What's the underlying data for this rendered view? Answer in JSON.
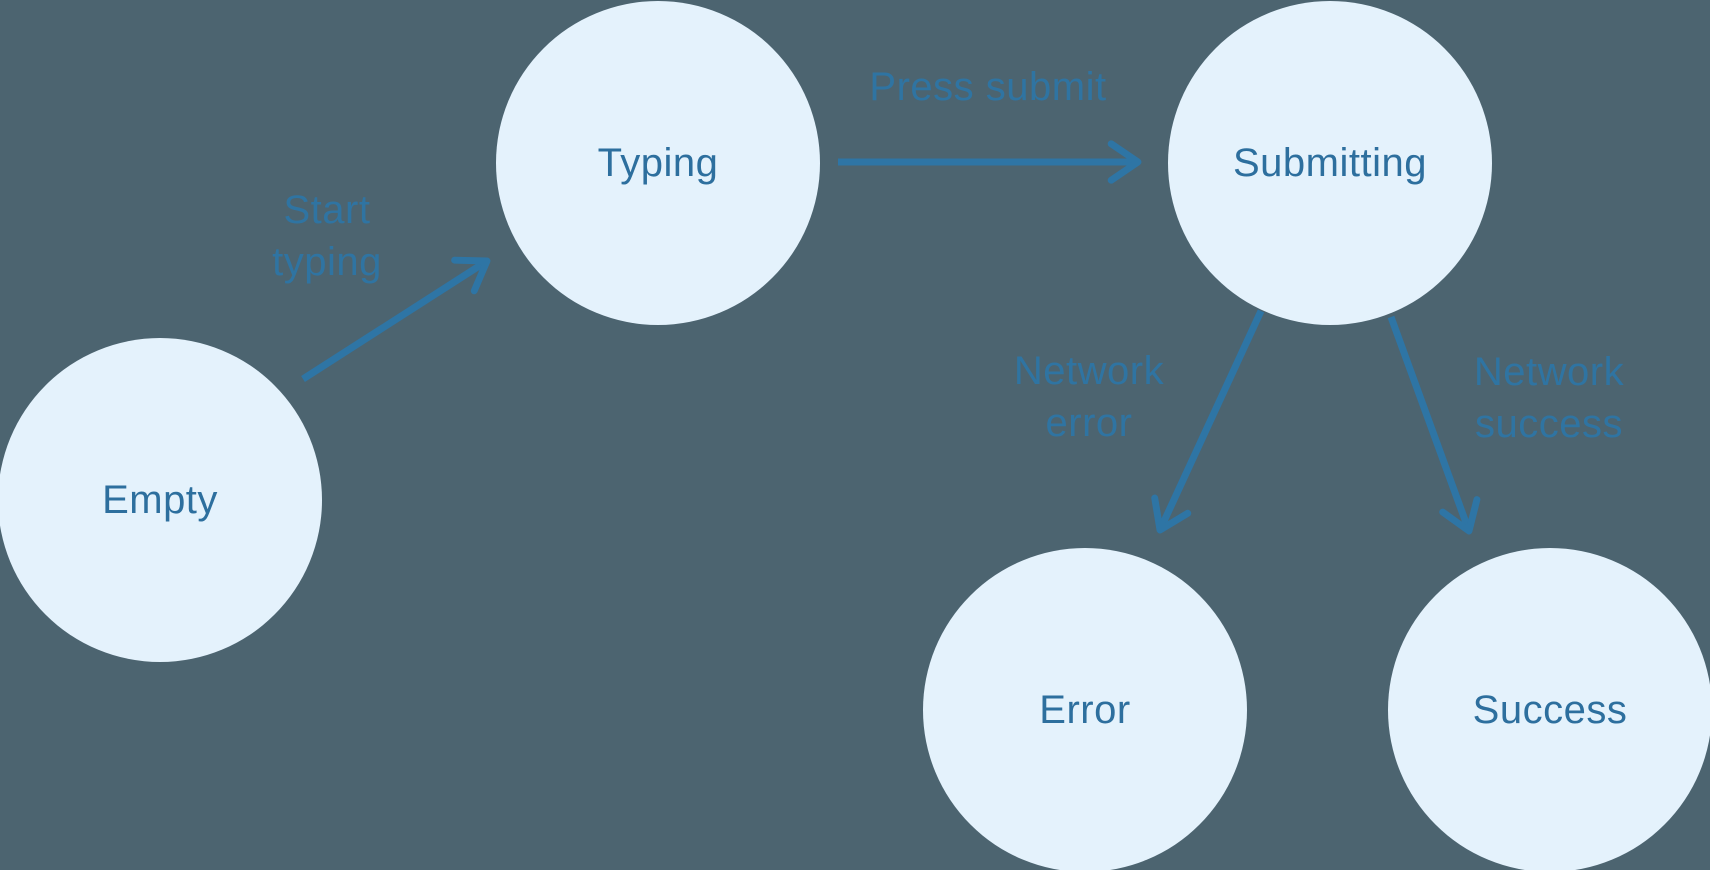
{
  "diagram": {
    "type": "state-machine",
    "colors": {
      "background": "#4c6470",
      "node_fill": "#e4f2fc",
      "node_text": "#2d6f9e",
      "arrow": "#2e75a5"
    },
    "nodes": [
      {
        "id": "empty",
        "label": "Empty"
      },
      {
        "id": "typing",
        "label": "Typing"
      },
      {
        "id": "submitting",
        "label": "Submitting"
      },
      {
        "id": "error",
        "label": "Error"
      },
      {
        "id": "success",
        "label": "Success"
      }
    ],
    "edges": [
      {
        "from": "empty",
        "to": "typing",
        "label": "Start\ntyping"
      },
      {
        "from": "typing",
        "to": "submitting",
        "label": "Press submit"
      },
      {
        "from": "submitting",
        "to": "error",
        "label": "Network\nerror"
      },
      {
        "from": "submitting",
        "to": "success",
        "label": "Network\nsuccess"
      }
    ]
  }
}
